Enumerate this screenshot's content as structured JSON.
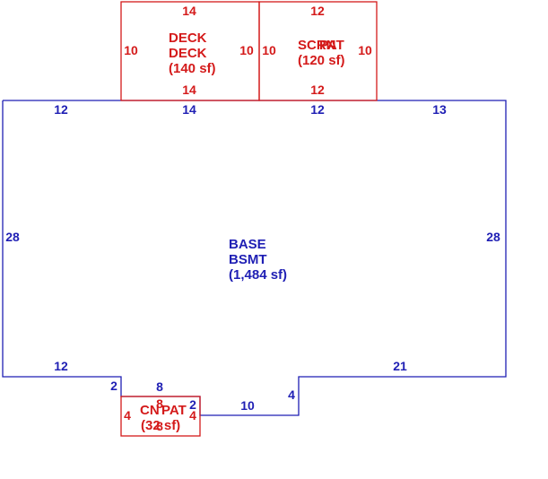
{
  "colors": {
    "base": "#1f1fb4",
    "addition": "#d41a1a",
    "background": "#ffffff"
  },
  "base": {
    "labels": [
      "BASE",
      "BSMT",
      "(1,484 sf)"
    ],
    "dims": {
      "top_left": "12",
      "top_mid": "14",
      "top_mid2": "12",
      "top_right": "13",
      "left": "28",
      "right": "28",
      "bottom_left": "12",
      "notch_left": "2",
      "notch_bottom": "10",
      "notch_right": "4",
      "bottom_right": "21",
      "notch_top": "8",
      "notch_inner": "2"
    }
  },
  "deck": {
    "labels": [
      "DECK",
      "DECK",
      "(140 sf)"
    ],
    "dims": {
      "top": "14",
      "bottom": "14",
      "left": "10",
      "right": "10"
    }
  },
  "scrnpat": {
    "labels": [
      "SCRN",
      "PAT",
      "(120 sf)"
    ],
    "dims": {
      "top": "12",
      "bottom": "12",
      "left": "10",
      "right": "10"
    }
  },
  "cnpat": {
    "labels": [
      "CN",
      "PAT",
      "(32 sf)"
    ],
    "dims": {
      "top": "8",
      "bottom": "8",
      "left": "4",
      "right": "4"
    }
  }
}
